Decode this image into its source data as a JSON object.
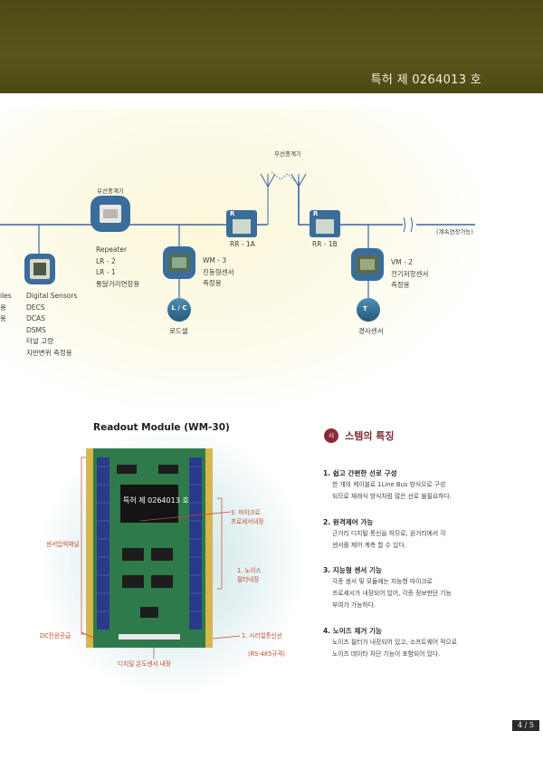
{
  "header": {
    "patent": "특허 제 0264013 호",
    "band_color": "#54501a"
  },
  "diagram": {
    "wireless_relay": "무선중계기",
    "wired_relay": "유선중계기",
    "repeater": {
      "title": "Repeater",
      "lines": [
        "LR - 2",
        "LR - 1",
        "통달거리연장용"
      ]
    },
    "digital_sensors": {
      "title": "Digital Sensors",
      "lines": [
        "DECS",
        "DCAS",
        "DSMS",
        "터널 고량",
        "지반변위 측정용"
      ]
    },
    "left_cut": [
      "iles",
      "용",
      "용"
    ],
    "wm3": {
      "title": "WM - 3",
      "lines": [
        "진동형센서",
        "측정용"
      ]
    },
    "lc": {
      "badge": "L / C",
      "caption": "로드셀"
    },
    "rr1a": {
      "badge": "R",
      "label": "RR - 1A"
    },
    "rr1b": {
      "badge": "R",
      "label": "RR - 1B"
    },
    "vm2": {
      "title": "VM - 2",
      "lines": [
        "전기저항센서",
        "측정용"
      ]
    },
    "t": {
      "badge": "T",
      "caption": "경사센서"
    },
    "extension": "(계속연장가능)"
  },
  "module": {
    "title": "Readout Module (WM-30)",
    "board_stamp": "특허 제 0264013 호",
    "callouts": {
      "microprocessor": [
        "3. 마이크로",
        "프로세서내장"
      ],
      "sensor_input": "센서입력채널",
      "noise": [
        "1. 노이스",
        "필터내장"
      ],
      "dc_power": "DC전원공급",
      "serial": "1. 시리얼통신선",
      "serial_spec": "(RS-485규격)",
      "digital_temp": "디지털 온도센서 내장"
    }
  },
  "features": {
    "badge": "시",
    "title": "스템의 특징",
    "items": [
      {
        "heading": "1. 쉽고 간편한 선로 구성",
        "lines": [
          "한 개의 케이블로 1Line Bus 방식으로 구성",
          "되므로 재래식 방식처럼 많은 선로 불필요하다."
        ]
      },
      {
        "heading": "2. 원격제어 가능",
        "lines": [
          "근거리 디지털 통신을 하므로, 원거리에서 각",
          "센서를 제어 계측 할 수 있다."
        ]
      },
      {
        "heading": "3. 지능형 센서 기능",
        "lines": [
          "각종 센서 및 모듈에는 지능형 마이크로",
          "프로세서가 내장되어 있어, 각종 정보판단 기능",
          "부여가 가능하다."
        ]
      },
      {
        "heading": "4. 노이즈 제거 기능",
        "lines": [
          "노이즈 필터가 내장되어 있고, 소프트웨어 적으로",
          "노이즈 데이타 차단 기능이 포함되어 있다."
        ]
      }
    ]
  },
  "page": {
    "number": "4 / 5"
  }
}
